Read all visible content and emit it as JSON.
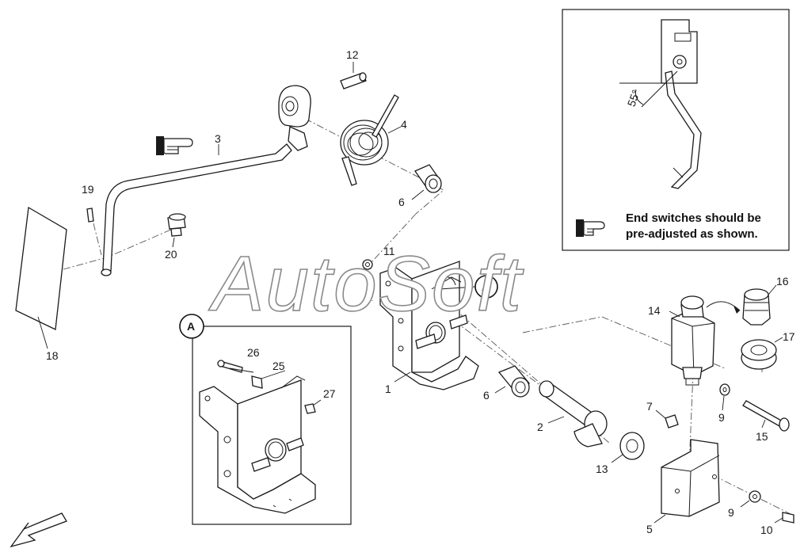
{
  "callout_numbers": {
    "p1": "1",
    "p2": "2",
    "p3": "3",
    "p4": "4",
    "p5": "5",
    "p6a": "6",
    "p6b": "6",
    "p7": "7",
    "p9a": "9",
    "p9b": "9",
    "p10": "10",
    "p11": "11",
    "p12": "12",
    "p13": "13",
    "p14": "14",
    "p15": "15",
    "p16": "16",
    "p17": "17",
    "p18": "18",
    "p19": "19",
    "p20": "20",
    "p25": "25",
    "p26": "26",
    "p27": "27"
  },
  "detail_marker": "A",
  "detail_box_marker": "A",
  "inset": {
    "angle_label": "55°",
    "note_line1": "End switches should be",
    "note_line2": "pre-adjusted as shown."
  },
  "watermark": "AutoSoft",
  "icons": {
    "pointing_hand": "pointing-hand-icon",
    "direction_arrow": "direction-arrow-icon"
  },
  "colors": {
    "line": "#1a1a1a",
    "background": "#ffffff",
    "watermark_outline": "#8a8a8a"
  }
}
